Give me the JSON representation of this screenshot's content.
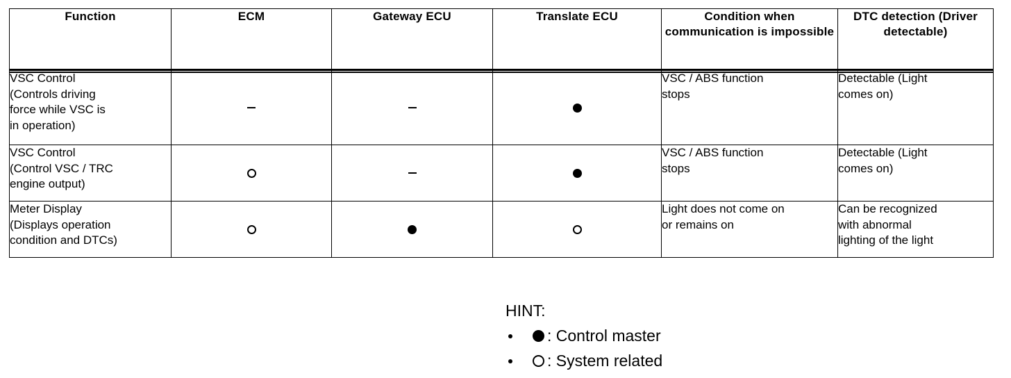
{
  "table": {
    "columns": [
      {
        "key": "function",
        "label": "Function"
      },
      {
        "key": "ecm",
        "label": "ECM"
      },
      {
        "key": "gateway",
        "label": "Gateway ECU"
      },
      {
        "key": "translate",
        "label": "Translate ECU"
      },
      {
        "key": "condition",
        "label": "Condition when\ncommunication is\nimpossible"
      },
      {
        "key": "dtc",
        "label": "DTC detection\n(Driver detectable)"
      }
    ],
    "rows": [
      {
        "function": "VSC Control\n(Controls  driving\nforce  while VSC  is\nin operation)",
        "ecm": "dash",
        "gateway": "dash",
        "translate": "filled",
        "condition": "VSC / ABS function\nstops",
        "dtc": "Detectable (Light\ncomes on)"
      },
      {
        "function": "VSC Control\n(Control VSC / TRC\nengine output)",
        "ecm": "open",
        "gateway": "dash",
        "translate": "filled",
        "condition": "VSC / ABS function\nstops",
        "dtc": "Detectable (Light\ncomes on)"
      },
      {
        "function": "Meter Display\n(Displays operation\ncondition and DTCs)",
        "ecm": "open",
        "gateway": "filled",
        "translate": "open",
        "condition": "Light does not come on\nor remains on",
        "dtc": "Can be recognized\nwith abnormal\nlighting of the light"
      }
    ]
  },
  "hint": {
    "title": "HINT:",
    "items": [
      {
        "symbol": "filled",
        "label": ": Control master"
      },
      {
        "symbol": "open",
        "label": ": System related"
      }
    ]
  },
  "colors": {
    "text": "#000000",
    "border": "#000000",
    "background": "#ffffff"
  }
}
